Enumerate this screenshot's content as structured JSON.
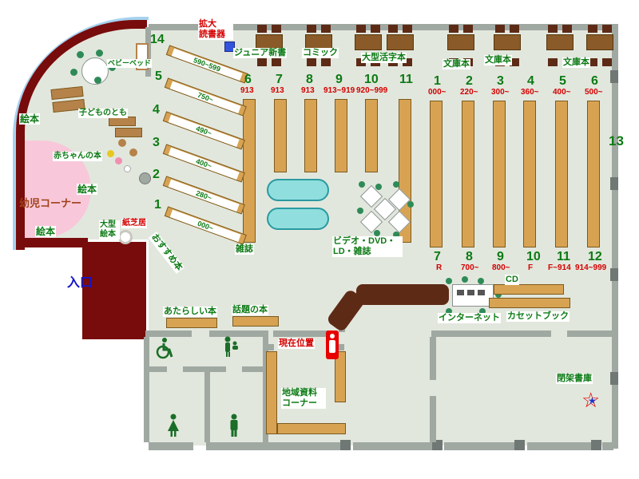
{
  "palette": {
    "floor": "#e2e7dd",
    "wall": "#a0a8a2",
    "shelf": "#d7a353",
    "maroon": "#780b0b",
    "green": "#0c7a14",
    "red": "#d40000",
    "blue": "#1515cc",
    "pink": "#f8c8da",
    "cyan": "#90dede"
  },
  "kids": {
    "ehon": "絵本",
    "baby_books": "赤ちゃんの本",
    "corner": "幼児コーナー",
    "kodomo": "子どものとも",
    "bed": "ベビーベッド",
    "large_ehon": "大型絵本",
    "kamishibai": "紙芝居",
    "osusume": "おすすめ本"
  },
  "entrance": "入口",
  "top": {
    "kakudai1": "拡大",
    "kakudai2": "読書器",
    "junior": "ジュニア新書",
    "comic": "コミック",
    "large_print": "大型活字本",
    "bunko": "文庫本"
  },
  "mid": {
    "zasshi": "雑誌",
    "video": "ビデオ・DVD・LD・雑誌",
    "new_books": "あたらしい本",
    "topic_books": "話題の本",
    "you_are_here": "現在位置",
    "local": "地域資料コーナー",
    "internet": "インターネット",
    "cd": "CD",
    "cassette": "カセットブック",
    "closed_stacks": "閉架書庫"
  },
  "wall_shelf_no": "13",
  "diag": [
    {
      "no": "14",
      "range": "590~599"
    },
    {
      "no": "5",
      "range": "750~"
    },
    {
      "no": "4",
      "range": "490~"
    },
    {
      "no": "3",
      "range": "400~"
    },
    {
      "no": "2",
      "range": "280~"
    },
    {
      "no": "1",
      "range": "000~"
    }
  ],
  "colA": [
    {
      "no": "6",
      "cls": "913"
    },
    {
      "no": "7",
      "cls": "913"
    },
    {
      "no": "8",
      "cls": "913"
    },
    {
      "no": "9",
      "cls": "913~919"
    },
    {
      "no": "10",
      "cls": "920~999"
    },
    {
      "no": "11",
      "cls": ""
    }
  ],
  "colB": [
    {
      "no": "1",
      "cls": "000~"
    },
    {
      "no": "2",
      "cls": "220~"
    },
    {
      "no": "3",
      "cls": "300~"
    },
    {
      "no": "4",
      "cls": "360~"
    },
    {
      "no": "5",
      "cls": "400~"
    },
    {
      "no": "6",
      "cls": "500~"
    }
  ],
  "colC": [
    {
      "no": "7",
      "cls": "R"
    },
    {
      "no": "8",
      "cls": "700~"
    },
    {
      "no": "9",
      "cls": "800~"
    },
    {
      "no": "10",
      "cls": "F"
    },
    {
      "no": "11",
      "cls": "F~914"
    },
    {
      "no": "12",
      "cls": "914~999"
    }
  ]
}
